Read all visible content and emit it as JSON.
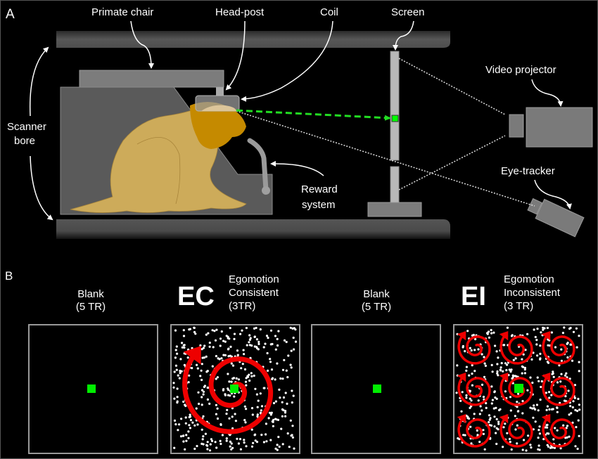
{
  "panel_a": {
    "letter": "A",
    "labels": {
      "primate_chair": "Primate chair",
      "head_post": "Head-post",
      "coil": "Coil",
      "screen": "Screen",
      "video_projector": "Video projector",
      "scanner_bore_1": "Scanner",
      "scanner_bore_2": "bore",
      "reward_system_1": "Reward",
      "reward_system_2": "system",
      "eye_tracker": "Eye-tracker"
    },
    "colors": {
      "gaze_line": "#22dd22",
      "fixation_point": "#00ff00",
      "monkey_body": "#cdab5a",
      "monkey_head": "#c58a00",
      "equipment": "#808080",
      "bore": "#555555"
    }
  },
  "panel_b": {
    "letter": "B",
    "conditions": [
      {
        "id": "blank-1",
        "abbrev": "",
        "title_lines": [
          "Blank",
          "(5 TR)"
        ],
        "stimulus": "blank"
      },
      {
        "id": "ec",
        "abbrev": "EC",
        "title_lines": [
          "Egomotion",
          "Consistent",
          "(3TR)"
        ],
        "stimulus": "single-spiral"
      },
      {
        "id": "blank-2",
        "abbrev": "",
        "title_lines": [
          "Blank",
          "(5 TR)"
        ],
        "stimulus": "blank"
      },
      {
        "id": "ei",
        "abbrev": "EI",
        "title_lines": [
          "Egomotion",
          "Inconsistent",
          "(3 TR)"
        ],
        "stimulus": "spiral-grid-3x3"
      }
    ],
    "colors": {
      "spiral": "#ee0000",
      "dots": "#ffffff",
      "fixation": "#00ee00",
      "frame": "#999999"
    }
  }
}
